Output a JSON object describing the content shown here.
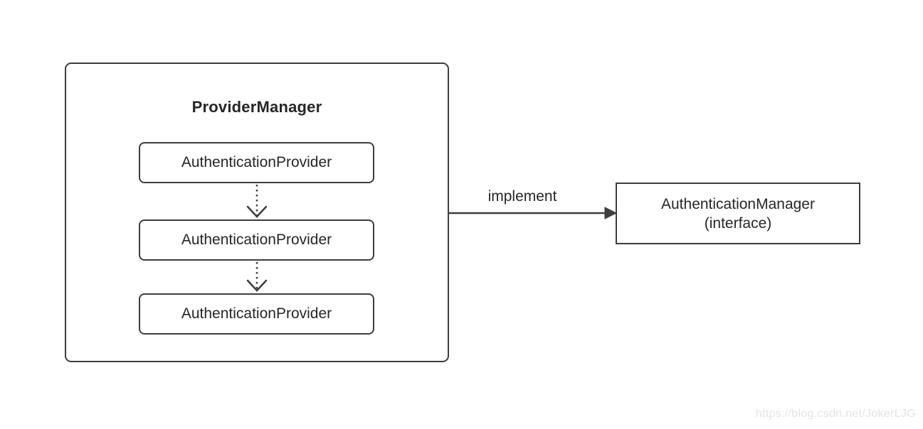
{
  "diagram": {
    "provider_manager": {
      "title": "ProviderManager",
      "providers": [
        {
          "label": "AuthenticationProvider"
        },
        {
          "label": "AuthenticationProvider"
        },
        {
          "label": "AuthenticationProvider"
        }
      ]
    },
    "implement_label": "implement",
    "authentication_manager": {
      "line1": "AuthenticationManager",
      "line2": "(interface)"
    },
    "arrows": [
      {
        "name": "provider-chain-arrow-1",
        "style": "dotted",
        "direction": "down"
      },
      {
        "name": "provider-chain-arrow-2",
        "style": "dotted",
        "direction": "down"
      },
      {
        "name": "implement-arrow",
        "style": "solid",
        "direction": "right"
      }
    ],
    "colors": {
      "border": "#3d3d3d",
      "text": "#262626",
      "background": "#ffffff",
      "watermark": "#e3e3e3"
    }
  },
  "watermark_text": "https://blog.csdn.net/JokerLJG"
}
